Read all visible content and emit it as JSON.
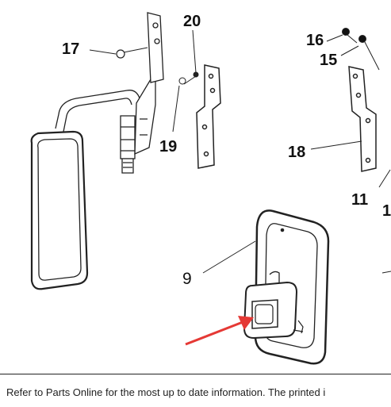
{
  "callouts": {
    "c17": "17",
    "c20": "20",
    "c19": "19",
    "c16": "16",
    "c15": "15",
    "c18": "18",
    "c11": "11",
    "c1": "1",
    "c9": "9"
  },
  "colors": {
    "highlight_arrow": "#e53935"
  },
  "footer": {
    "text": "Refer to Parts Online for the most up to date information. The printed i"
  }
}
